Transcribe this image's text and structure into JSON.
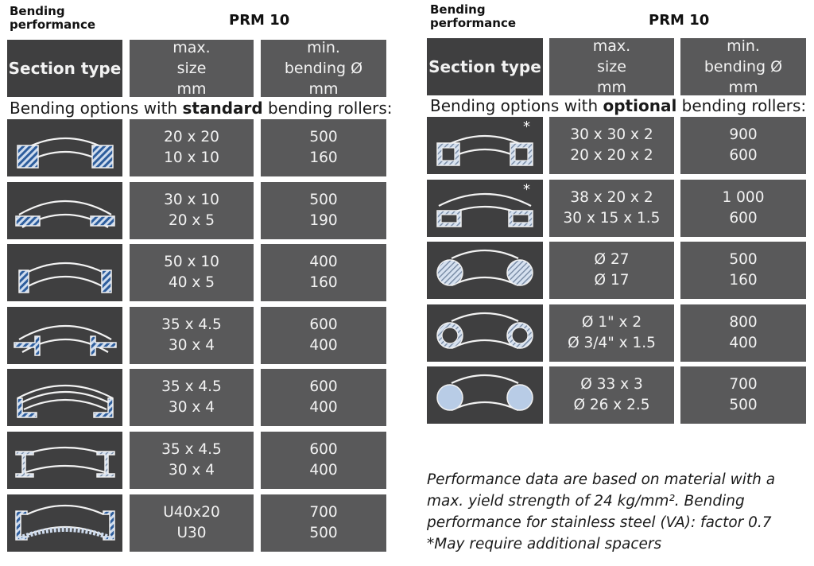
{
  "left": {
    "label_line1": "Bending",
    "label_line2": "performance",
    "model": "PRM 10",
    "head": {
      "section": "Section type",
      "size": [
        "max.",
        "size",
        "mm"
      ],
      "bend": [
        "min.",
        "bending Ø",
        "mm"
      ]
    },
    "subtitle_pre": "Bending options with ",
    "subtitle_bold": "standard",
    "subtitle_post": " bending rollers:",
    "rows": [
      {
        "icon": "square-bar-section-icon",
        "size": [
          "20 x 20",
          "10 x 10"
        ],
        "bend": [
          "500",
          "160"
        ]
      },
      {
        "icon": "flat-bar-horizontal-section-icon",
        "size": [
          "30 x 10",
          "20 x 5"
        ],
        "bend": [
          "500",
          "190"
        ]
      },
      {
        "icon": "flat-bar-vertical-section-icon",
        "size": [
          "50 x 10",
          "40 x 5"
        ],
        "bend": [
          "400",
          "160"
        ]
      },
      {
        "icon": "t-bar-section-icon",
        "size": [
          "35 x 4.5",
          "30 x 4"
        ],
        "bend": [
          "600",
          "400"
        ]
      },
      {
        "icon": "angle-section-icon",
        "size": [
          "35 x 4.5",
          "30 x 4"
        ],
        "bend": [
          "600",
          "400"
        ]
      },
      {
        "icon": "t-section-flange-icon",
        "size": [
          "35 x 4.5",
          "30 x 4"
        ],
        "bend": [
          "600",
          "400"
        ]
      },
      {
        "icon": "u-channel-section-icon",
        "size": [
          "U40x20",
          "U30"
        ],
        "bend": [
          "700",
          "500"
        ]
      }
    ]
  },
  "right": {
    "label_line1": "Bending",
    "label_line2": "performance",
    "model": "PRM 10",
    "head": {
      "section": "Section type",
      "size": [
        "max.",
        "size",
        "mm"
      ],
      "bend": [
        "min.",
        "bending Ø",
        "mm"
      ]
    },
    "subtitle_pre": "Bending options with ",
    "subtitle_bold": "optional",
    "subtitle_post": " bending rollers:",
    "rows": [
      {
        "icon": "square-tube-section-icon",
        "star": "*",
        "size": [
          "30 x 30 x 2",
          "20 x 20 x 2"
        ],
        "bend": [
          "900",
          "600"
        ]
      },
      {
        "icon": "rectangular-tube-section-icon",
        "star": "*",
        "size": [
          "38 x 20 x 2",
          "30 x 15 x 1.5"
        ],
        "bend": [
          "1 000",
          "600"
        ]
      },
      {
        "icon": "round-bar-section-icon",
        "star": "",
        "size": [
          "Ø 27",
          "Ø 17"
        ],
        "bend": [
          "500",
          "160"
        ]
      },
      {
        "icon": "round-tube-section-icon",
        "star": "",
        "size": [
          "Ø 1\" x 2",
          "Ø 3/4\" x 1.5"
        ],
        "bend": [
          "800",
          "400"
        ]
      },
      {
        "icon": "round-tube-solid-section-icon",
        "star": "",
        "size": [
          "Ø 33 x 3",
          "Ø 26 x 2.5"
        ],
        "bend": [
          "700",
          "500"
        ]
      }
    ]
  },
  "note": "Performance data are based on material with a max. yield strength of 24 kg/mm². Bending performance for stainless steel (VA): factor 0.7  *May require additional spacers",
  "colors": {
    "cell": "#59595a",
    "icon_cell": "#3f3f40",
    "profile_fill": "#b8cce6",
    "hatch": "#2d5d9c"
  }
}
